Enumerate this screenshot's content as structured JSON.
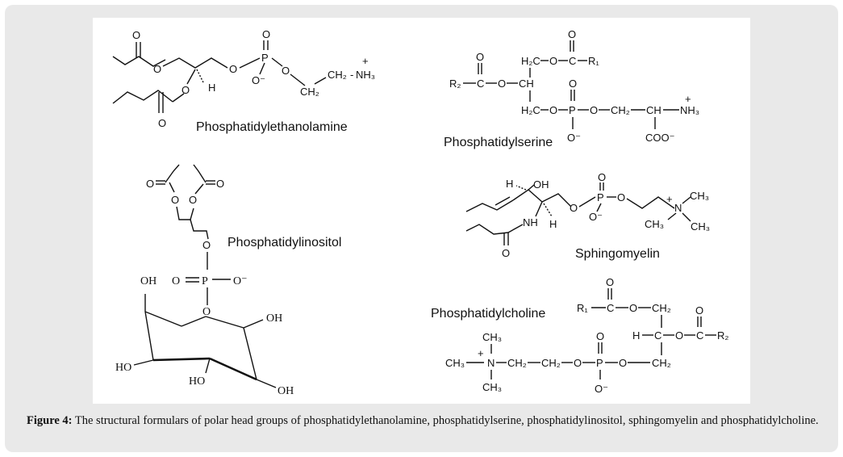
{
  "figure": {
    "labels": {
      "pe": "Phosphatidylethanolamine",
      "ps": "Phosphatidylserine",
      "pi": "Phosphatidylinositol",
      "sm": "Sphingomyelin",
      "pc": "Phosphatidylcholine"
    },
    "atoms": {
      "o": "O",
      "h": "H",
      "oh": "OH",
      "ho": "HO",
      "nh": "NH",
      "p": "P",
      "c": "C",
      "n": "N",
      "ch": "CH",
      "ch2": "CH₂",
      "ch3": "CH₃",
      "h2c": "H₂C",
      "r1": "R₁",
      "r2": "R₂",
      "o_minus": "O⁻",
      "coo_minus": "COO⁻",
      "nh3": "NH₃",
      "plus": "+",
      "hc": "H",
      "dash_o_minus": "O⁻"
    }
  },
  "caption": {
    "label": "Figure 4:",
    "text": " The structural formulars of polar head groups of phosphatidylethanolamine, phosphatidylserine, phosphatidylinositol, sphingomyelin and phosphatidylcholine."
  }
}
